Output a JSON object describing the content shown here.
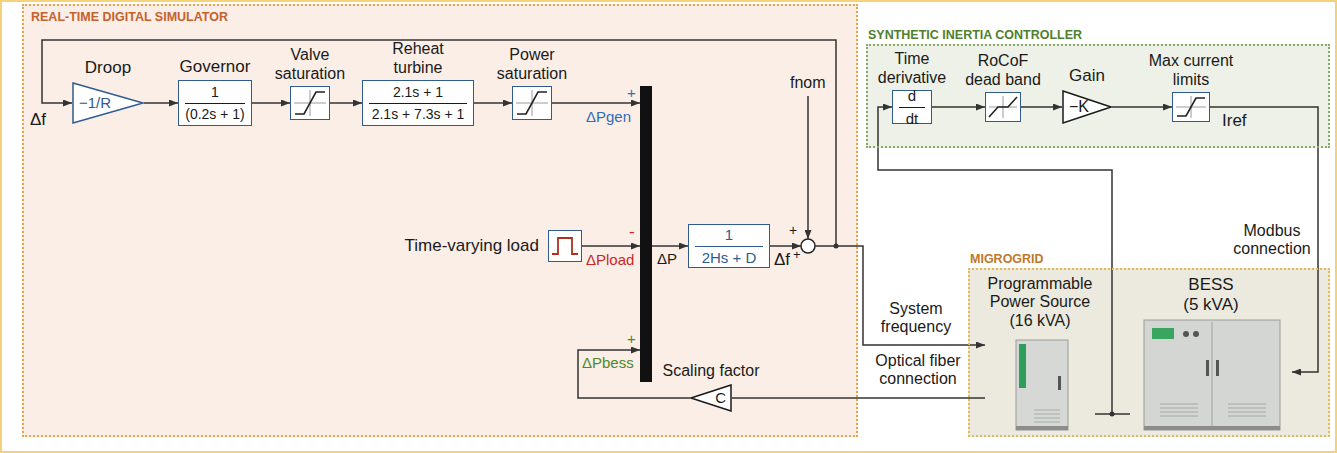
{
  "diagram": {
    "nodes": [
      {
        "text": [
          "REAL-TIME DIGITAL SIMULATOR"
        ]
      },
      {
        "text": [
          "Droop",
          "−1/R"
        ],
        "in": 0
      },
      {
        "text": [
          "Governor",
          "1",
          "(0.2s + 1)"
        ],
        "in": 0
      },
      {
        "text": [
          "Valve saturation"
        ],
        "in": 0
      },
      {
        "text": [
          "Reheat turbine",
          "2.1s + 1",
          "2.1s + 7.3s + 1"
        ],
        "in": 0
      },
      {
        "text": [
          "Power saturation"
        ],
        "in": 0
      },
      {
        "text": [
          "Time-varying load"
        ],
        "in": 0
      },
      {
        "text": [
          "1",
          "2Hs + D"
        ],
        "in": 0
      },
      {
        "text": [
          "Scaling factor",
          "C"
        ],
        "in": 0
      },
      {
        "text": [
          "SYNTHETIC INERTIA CONTROLLER"
        ]
      },
      {
        "text": [
          "Time derivative",
          "d",
          "dt"
        ],
        "in": 9
      },
      {
        "text": [
          "RoCoF dead band"
        ],
        "in": 9
      },
      {
        "text": [
          "Gain",
          "−K"
        ],
        "in": 9
      },
      {
        "text": [
          "Max current limits"
        ],
        "in": 9
      },
      {
        "text": [
          "MIGROGRID"
        ]
      },
      {
        "text": [
          "Programmable Power Source (16 kVA)"
        ],
        "in": 14
      },
      {
        "text": [
          "BESS (5 kVA)"
        ],
        "in": 14
      }
    ],
    "edges": [
      {
        "from": 1,
        "to": 2,
        "arrow": "to"
      },
      {
        "from": 2,
        "to": 3,
        "arrow": "to"
      },
      {
        "from": 3,
        "to": 4,
        "arrow": "to"
      },
      {
        "from": 4,
        "to": 5,
        "arrow": "to"
      },
      {
        "from": 15,
        "to": 8,
        "label": "Optical fiber connection",
        "arrow": "none"
      },
      {
        "from": 10,
        "to": 11,
        "arrow": "to"
      },
      {
        "from": 11,
        "to": 12,
        "arrow": "to"
      },
      {
        "from": 12,
        "to": 13,
        "arrow": "to"
      },
      {
        "from": 13,
        "to": 16,
        "label": "Modbus connection",
        "arrow": "to"
      },
      {
        "from": 15,
        "to": 16,
        "arrow": "none"
      }
    ],
    "labels": [
      "Δf",
      "ΔPgen",
      "+",
      "ΔPload",
      "-",
      "ΔPbess",
      "+",
      "ΔP",
      "Δf",
      "+",
      "fnom",
      "+",
      "System frequency",
      "Iref"
    ]
  }
}
